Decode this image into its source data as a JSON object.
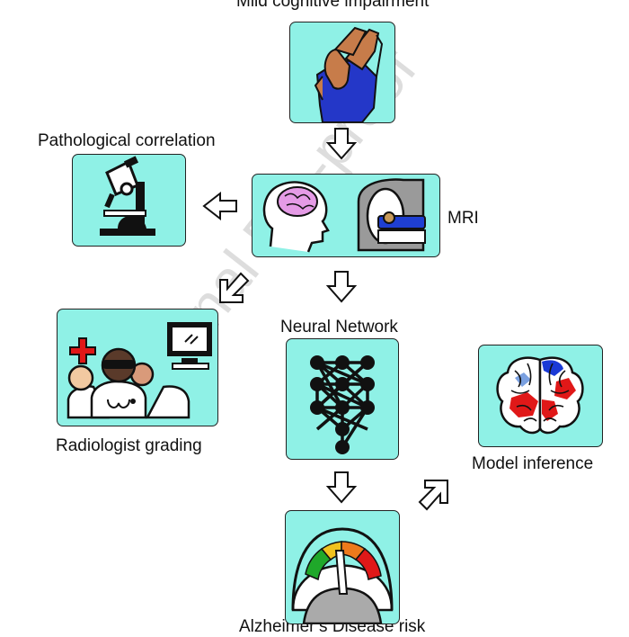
{
  "labels": {
    "mci": "Mild cognitive impairment",
    "pathology": "Pathological correlation",
    "mri": "MRI",
    "neural_network": "Neural Network",
    "radiologist": "Radiologist grading",
    "inference": "Model inference",
    "risk": "Alzheimer’s Disease risk"
  },
  "watermark": "Journal Pre-proof",
  "colors": {
    "box_fill": "#8ff1e6",
    "brain_pink": "#e59be6",
    "mri_blue": "#1f3fd1",
    "heat_red": "#e01818",
    "heat_blue": "#1a3ad6"
  },
  "icons": [
    "head-holding-person-icon",
    "microscope-icon",
    "brain-profile-icon",
    "mri-scanner-icon",
    "medical-team-icon",
    "neural-network-icon",
    "brain-heatmap-icon",
    "risk-gauge-icon",
    "down-arrow-icon",
    "left-arrow-icon",
    "down-left-arrow-icon",
    "up-right-arrow-icon"
  ]
}
